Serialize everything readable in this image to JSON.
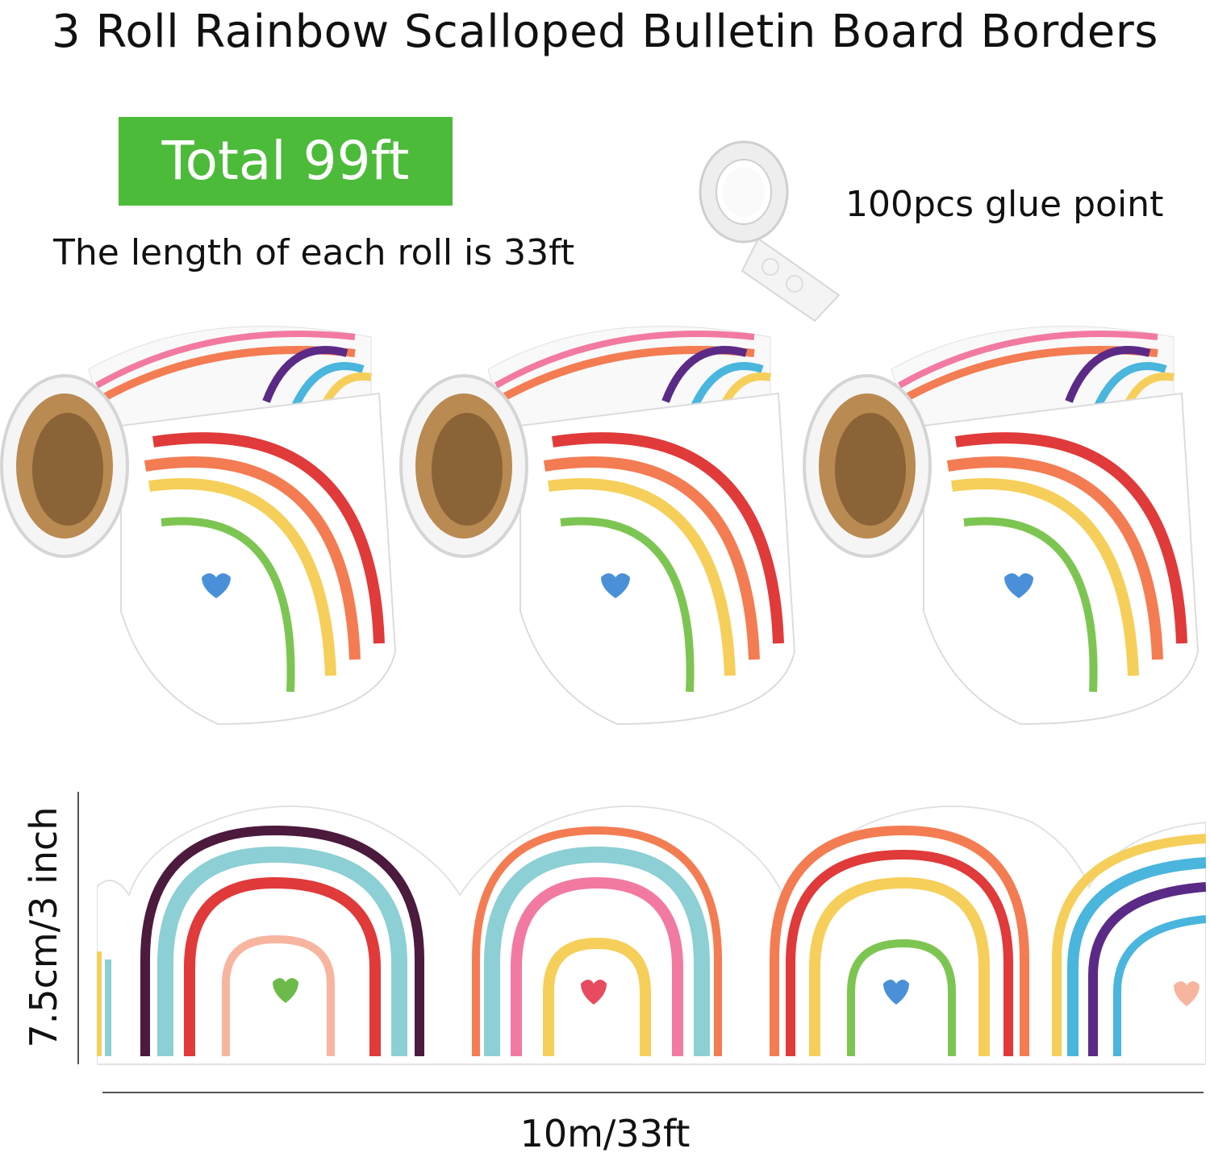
{
  "product": {
    "title": "3 Roll Rainbow Scalloped Bulletin Board Borders",
    "total_badge": "Total 99ft",
    "roll_length_note": "The length of each roll is 33ft",
    "glue_label": "100pcs glue point"
  },
  "dimensions": {
    "height_label": "7.5cm/3 inch",
    "length_label": "10m/33ft"
  },
  "colors": {
    "badge_green": "#4cbb3a",
    "red": "#e03a3a",
    "orange": "#f47c52",
    "yellow": "#f6cf5a",
    "green": "#7dc552",
    "teal": "#8ccfd4",
    "blue": "#4ab5dd",
    "pink": "#f27aa0",
    "purple": "#5b2a86",
    "kraft": "#b98a52"
  }
}
